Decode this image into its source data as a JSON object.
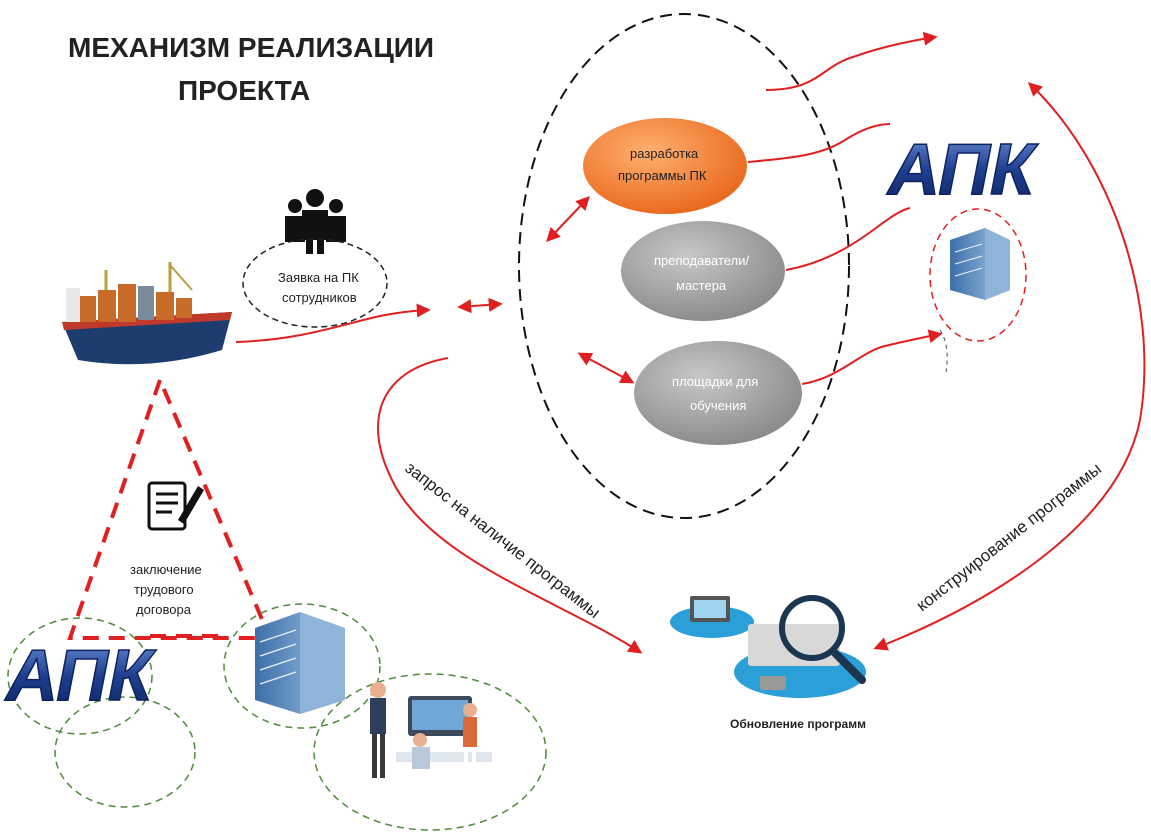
{
  "title": {
    "line1": "МЕХАНИЗМ РЕАЛИЗАЦИИ",
    "line2": "ПРОЕКТА"
  },
  "request": {
    "line1": "Заявка на ПК",
    "line2": "сотрудников"
  },
  "contract": {
    "line1": "заключение",
    "line2": "трудового",
    "line3": "договора"
  },
  "center_nodes": [
    {
      "line1": "разработка",
      "line2": "программы ПК",
      "color": "#f07a28"
    },
    {
      "line1": "преподаватели/",
      "line2": "мастера",
      "color": "#9a9a9a"
    },
    {
      "line1": "площадки для",
      "line2": "обучения",
      "color": "#9a9a9a"
    }
  ],
  "curve_labels": {
    "query": "запрос на наличие программы",
    "construct": "конструирование программы"
  },
  "update_label": "Обновление программ",
  "logo_text": "АПК",
  "colors": {
    "arrow": "#e02020",
    "orange": "#f07a28",
    "gray": "#9a9a9a",
    "logo_blue": "#1f3f8f",
    "dashed_green": "#4f8a3a"
  },
  "icons": [
    "ship-icon",
    "people-icon",
    "document-pen-icon",
    "office-building-icon",
    "teamwork-illustration-icon",
    "computer-search-icon",
    "logo-apk-icon"
  ]
}
